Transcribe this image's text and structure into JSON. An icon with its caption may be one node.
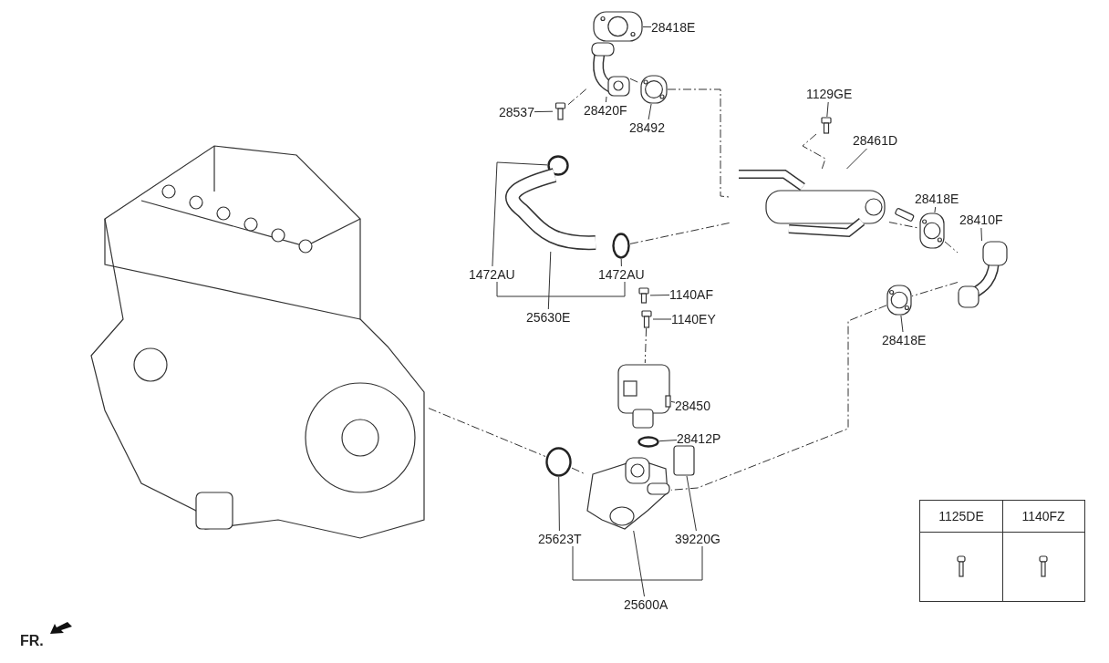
{
  "diagram": {
    "nodes": [
      {
        "text": [],
        "shape": "picture"
      },
      {
        "text": [
          "28418E"
        ]
      },
      {
        "text": [],
        "shape": "picture"
      },
      {
        "text": [
          "28537"
        ]
      },
      {
        "text": [],
        "shape": "picture"
      },
      {
        "text": [
          "28420F"
        ]
      },
      {
        "text": [],
        "shape": "picture"
      },
      {
        "text": [
          "28492"
        ]
      },
      {
        "text": [],
        "shape": "picture"
      },
      {
        "text": [
          "1129GE"
        ]
      },
      {
        "text": [],
        "shape": "picture"
      },
      {
        "text": [
          "28461D"
        ]
      },
      {
        "text": [],
        "shape": "picture"
      },
      {
        "text": [
          "28418E"
        ]
      },
      {
        "text": [],
        "shape": "picture"
      },
      {
        "text": [
          "28410F"
        ]
      },
      {
        "text": [],
        "shape": "picture"
      },
      {
        "text": [
          "28418E"
        ]
      },
      {
        "text": [],
        "shape": "picture"
      },
      {
        "text": [
          "1472AU"
        ]
      },
      {
        "text": [],
        "shape": "circle"
      },
      {
        "text": [
          "25630E"
        ]
      },
      {
        "text": [],
        "shape": "picture"
      },
      {
        "text": [
          "1472AU"
        ]
      },
      {
        "text": [],
        "shape": "circle"
      },
      {
        "text": [
          "1140AF"
        ]
      },
      {
        "text": [],
        "shape": "picture"
      },
      {
        "text": [
          "1140EY"
        ]
      },
      {
        "text": [],
        "shape": "picture"
      },
      {
        "text": [
          "28450"
        ]
      },
      {
        "text": [],
        "shape": "picture"
      },
      {
        "text": [
          "28412P"
        ]
      },
      {
        "text": [],
        "shape": "circle"
      },
      {
        "text": [
          "25623T"
        ]
      },
      {
        "text": [],
        "shape": "circle"
      },
      {
        "text": [
          "25600A"
        ]
      },
      {
        "text": [],
        "shape": "picture"
      },
      {
        "text": [
          "39220G"
        ]
      },
      {
        "text": [],
        "shape": "box"
      }
    ],
    "edges": [
      {
        "from": 1,
        "to": 2,
        "arrow": "none"
      },
      {
        "from": 3,
        "to": 4,
        "arrow": "none"
      },
      {
        "from": 5,
        "to": 6,
        "arrow": "none"
      },
      {
        "from": 7,
        "to": 8,
        "arrow": "none"
      },
      {
        "from": 9,
        "to": 10,
        "arrow": "none"
      },
      {
        "from": 11,
        "to": 12,
        "arrow": "none"
      },
      {
        "from": 13,
        "to": 14,
        "arrow": "none"
      },
      {
        "from": 15,
        "to": 16,
        "arrow": "none"
      },
      {
        "from": 17,
        "to": 18,
        "arrow": "none"
      },
      {
        "from": 19,
        "to": 20,
        "arrow": "none"
      },
      {
        "from": 21,
        "to": 22,
        "arrow": "none"
      },
      {
        "from": 23,
        "to": 24,
        "arrow": "none"
      },
      {
        "from": 25,
        "to": 26,
        "arrow": "none"
      },
      {
        "from": 27,
        "to": 28,
        "arrow": "none"
      },
      {
        "from": 29,
        "to": 30,
        "arrow": "none"
      },
      {
        "from": 31,
        "to": 32,
        "arrow": "none"
      },
      {
        "from": 33,
        "to": 34,
        "arrow": "none"
      },
      {
        "from": 35,
        "to": 36,
        "arrow": "none"
      },
      {
        "from": 37,
        "to": 38,
        "arrow": "none"
      },
      {
        "from": 4,
        "to": 6,
        "arrow": "none",
        "style": "dashed"
      },
      {
        "from": 6,
        "to": 8,
        "arrow": "none",
        "style": "dashed"
      },
      {
        "from": 8,
        "to": 12,
        "arrow": "none",
        "style": "dashed"
      },
      {
        "from": 10,
        "to": 12,
        "arrow": "none",
        "style": "dashed"
      },
      {
        "from": 24,
        "to": 12,
        "arrow": "none",
        "style": "dashed"
      },
      {
        "from": 12,
        "to": 14,
        "arrow": "none",
        "style": "dashed"
      },
      {
        "from": 14,
        "to": 16,
        "arrow": "none",
        "style": "dashed"
      },
      {
        "from": 16,
        "to": 18,
        "arrow": "none",
        "style": "dashed"
      },
      {
        "from": 18,
        "to": 36,
        "arrow": "none",
        "style": "dashed"
      },
      {
        "from": 0,
        "to": 34,
        "arrow": "none",
        "style": "dashed"
      },
      {
        "from": 34,
        "to": 36,
        "arrow": "none",
        "style": "dashed"
      },
      {
        "from": 28,
        "to": 30,
        "arrow": "none",
        "style": "dashed"
      }
    ],
    "labels": [
      "1125DE",
      "1140FZ",
      "FR."
    ]
  }
}
